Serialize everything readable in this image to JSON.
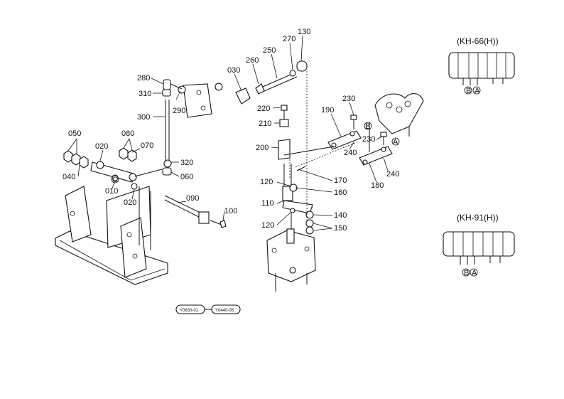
{
  "inset_top": {
    "title": "(KH-66(H))",
    "marks": [
      "B",
      "A"
    ]
  },
  "inset_bottom": {
    "title": "(KH-91(H))",
    "marks": [
      "B",
      "A"
    ]
  },
  "serials": [
    "Y0630-01",
    "Y0440-05"
  ],
  "main_marks": {
    "b": "B",
    "a": "A",
    "c": "C"
  },
  "labels": [
    "280",
    "310",
    "290",
    "300",
    "320",
    "060",
    "050",
    "080",
    "070",
    "020",
    "040",
    "010",
    "020",
    "090",
    "100",
    "030",
    "260",
    "250",
    "270",
    "130",
    "220",
    "210",
    "200",
    "190",
    "230",
    "230",
    "240",
    "240",
    "180",
    "170",
    "160",
    "120",
    "110",
    "140",
    "150",
    "120"
  ]
}
